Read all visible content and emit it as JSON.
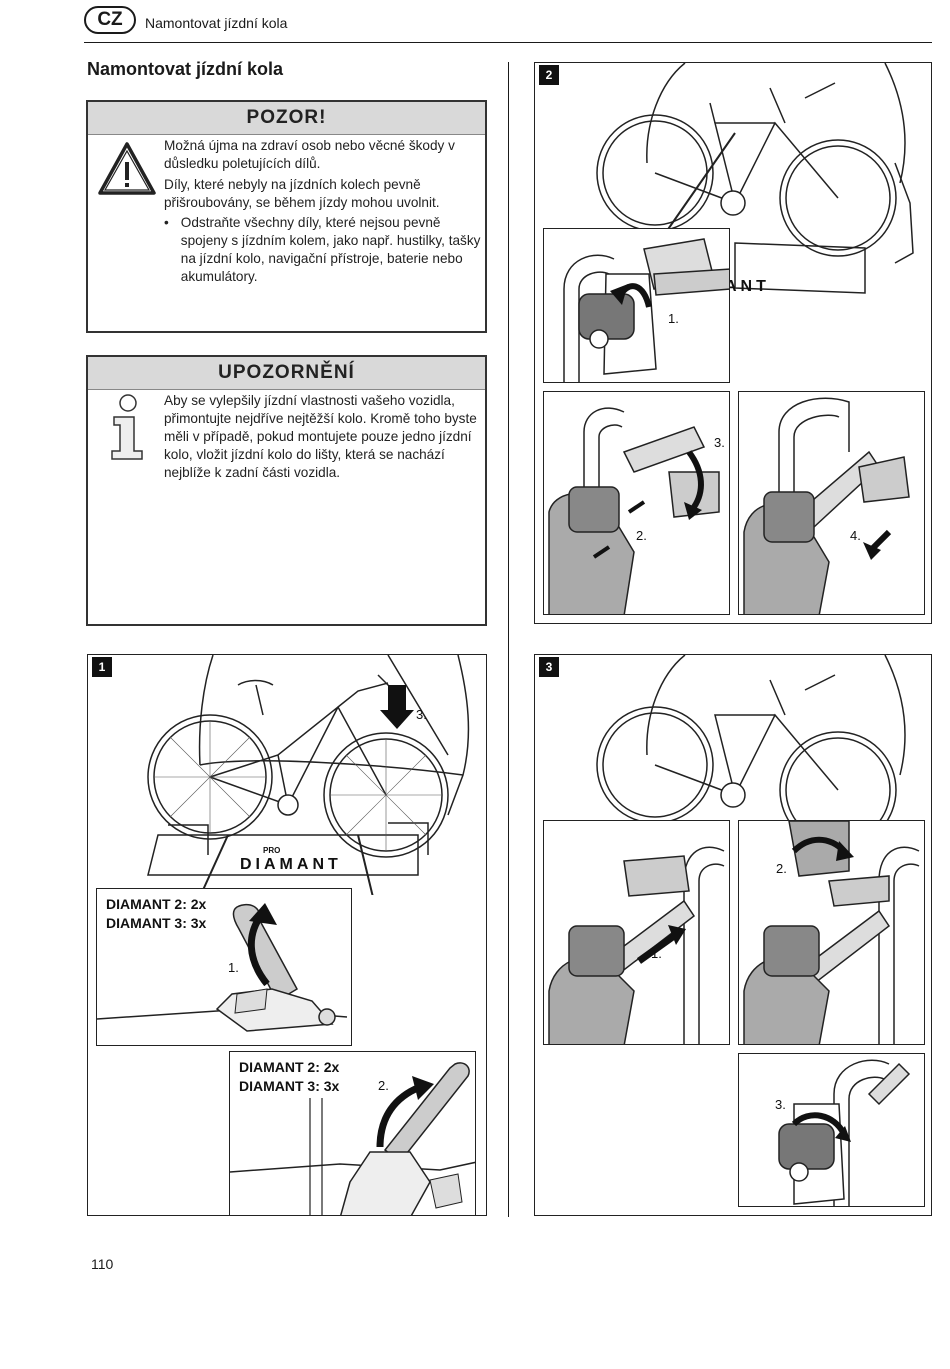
{
  "header": {
    "lang_code": "CZ",
    "title": "Namontovat jízdní kola"
  },
  "section_title": "Namontovat jízdní kola",
  "warning": {
    "heading": "POZOR!",
    "icon": "warning-triangle-icon",
    "paragraphs": [
      "Možná újma na zdraví osob nebo věcné škody v důsledku poletujících dílů.",
      "Díly, které nebyly na jízdních kolech pevně přišroubovány, se během jízdy mohou uvolnit."
    ],
    "bullets": [
      "Odstraňte všechny díly, které nejsou pevně spojeny s jízdním kolem, jako např. hustilky, tašky na jízdní kolo, navigační přístroje, baterie nebo akumulátory."
    ]
  },
  "notice": {
    "heading": "UPOZORNĚNÍ",
    "icon": "info-icon",
    "text": "Aby se vylepšily jízdní vlastnosti vašeho vozidla, přimontujte nejdříve nejtěžší kolo. Kromě toho byste měli v případě, pokud montujete pouze jedno jízdní kolo, vložit jízdní kolo do lišty, která se nachází nejblíže k zadní části vozidla."
  },
  "figures": {
    "fig1": {
      "number": "1",
      "step_main": "3.",
      "inset_a": {
        "line1": "DIAMANT 2: 2x",
        "line2": "DIAMANT 3: 3x",
        "step": "1."
      },
      "inset_b": {
        "line1": "DIAMANT 2: 2x",
        "line2": "DIAMANT 3: 3x",
        "step": "2."
      },
      "carrier_label": "DIAMANT",
      "brand_label": "PRO"
    },
    "fig2": {
      "number": "2",
      "steps": [
        "1.",
        "2.",
        "3.",
        "4."
      ],
      "carrier_label": "ANT"
    },
    "fig3": {
      "number": "3",
      "steps": [
        "1.",
        "2.",
        "3."
      ]
    }
  },
  "page_number": "110"
}
